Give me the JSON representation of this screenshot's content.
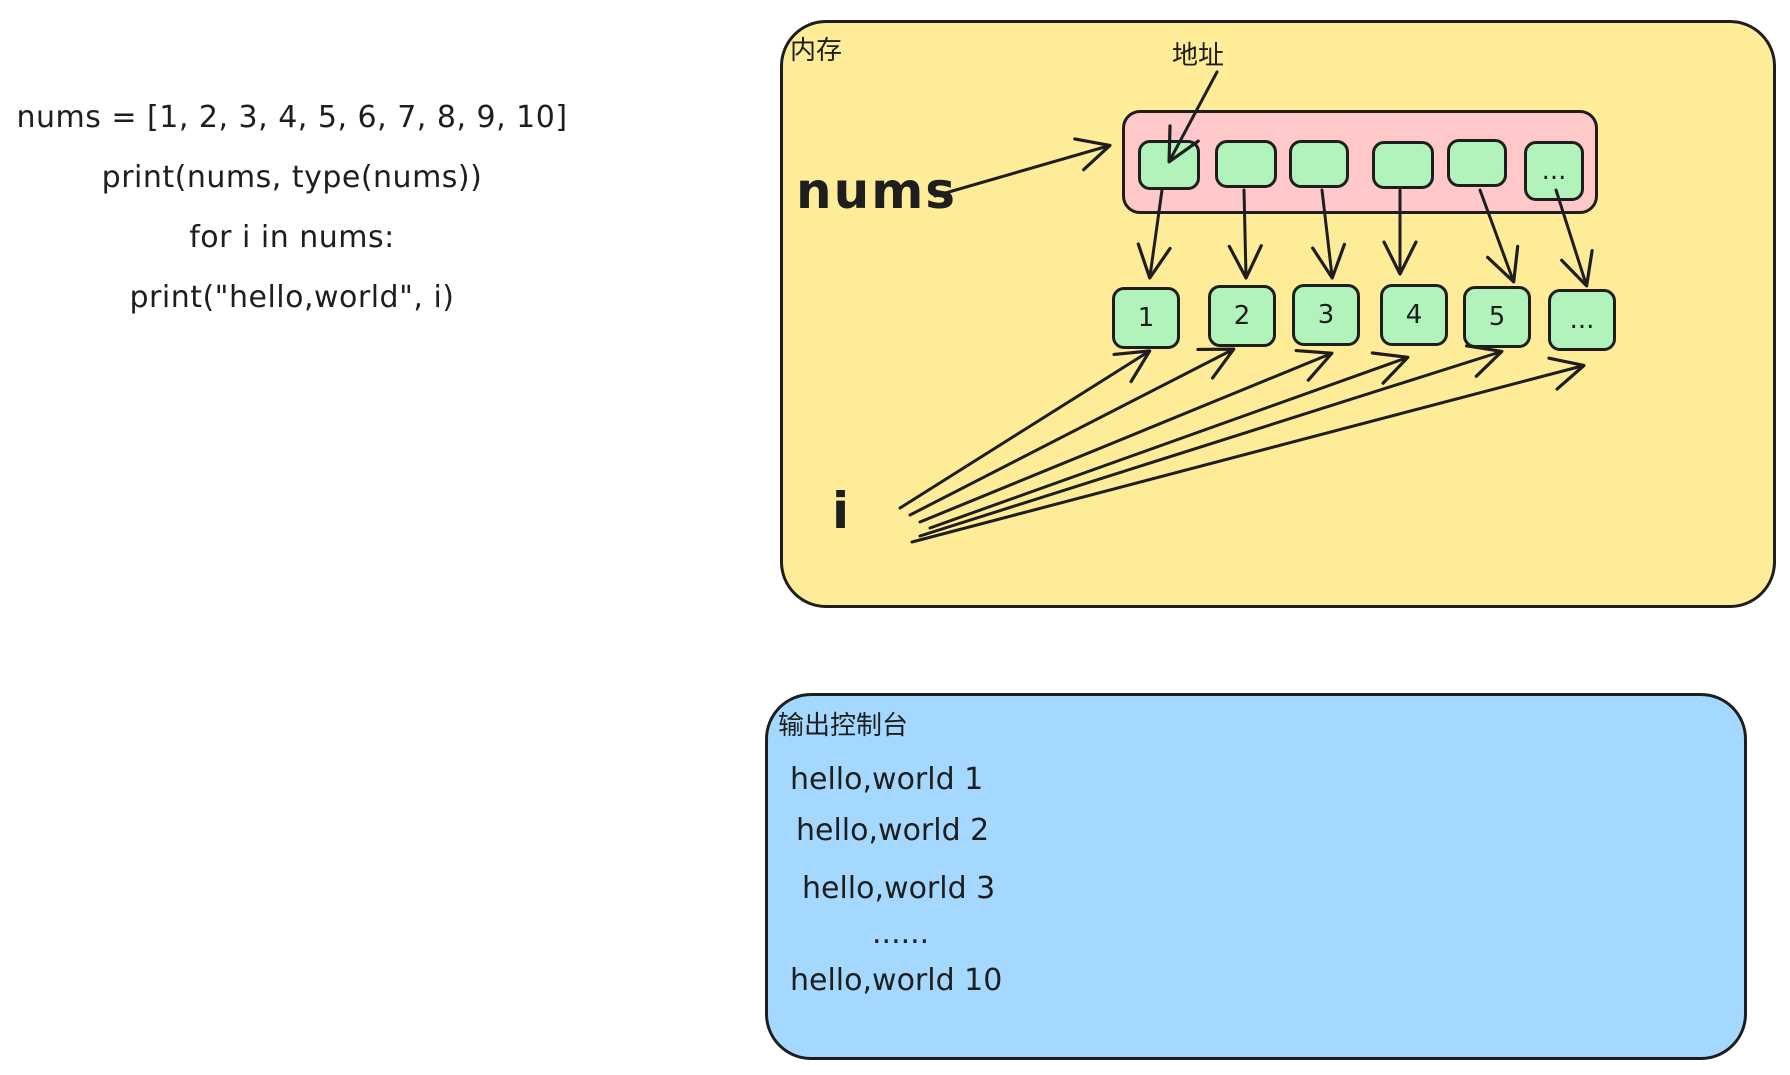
{
  "code": {
    "lines": [
      "nums = [1, 2, 3, 4, 5, 6, 7, 8, 9, 10]",
      "print(nums, type(nums))",
      "for i in nums:",
      "print(\"hello,world\", i)"
    ]
  },
  "memory": {
    "title": "内存",
    "address_label": "地址",
    "nums_label": "nums",
    "i_label": "i",
    "pointer_last_label": "...",
    "values": [
      "1",
      "2",
      "3",
      "4",
      "5",
      "..."
    ]
  },
  "console": {
    "title": "输出控制台",
    "lines": [
      "hello,world 1",
      "hello,world 2",
      "hello,world 3",
      "......",
      "hello,world 10"
    ]
  },
  "colors": {
    "memory_bg": "#ffec99",
    "list_bg": "#ffc9c9",
    "cell_bg": "#b2f2bb",
    "console_bg": "#a5d8ff",
    "stroke": "#1e1e1e"
  }
}
